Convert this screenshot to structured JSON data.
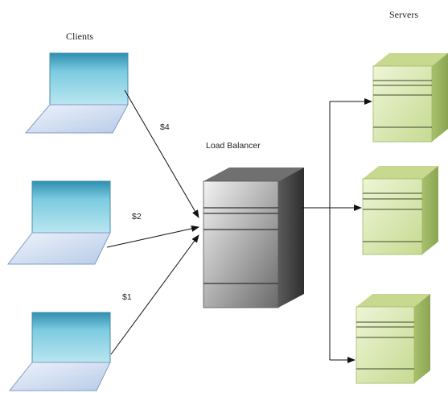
{
  "headings": {
    "clients": "Clients",
    "load_balancer": "Load Balancer",
    "servers": "Servers"
  },
  "requests": [
    {
      "label": "$4"
    },
    {
      "label": "$2"
    },
    {
      "label": "$1"
    }
  ],
  "colors": {
    "laptop_screen": "#7cc6db",
    "laptop_screen_dark": "#3d97b6",
    "laptop_base": "#d6e3f6",
    "laptop_outline": "#6f8fb8",
    "balancer_front": "#a9a9a9",
    "balancer_side": "#4a4a4a",
    "balancer_top": "#6b6b6b",
    "server_front": "#dbe8b4",
    "server_side": "#9fb866",
    "server_top": "#c3d68b",
    "arrow": "#111111",
    "text": "#222222"
  }
}
